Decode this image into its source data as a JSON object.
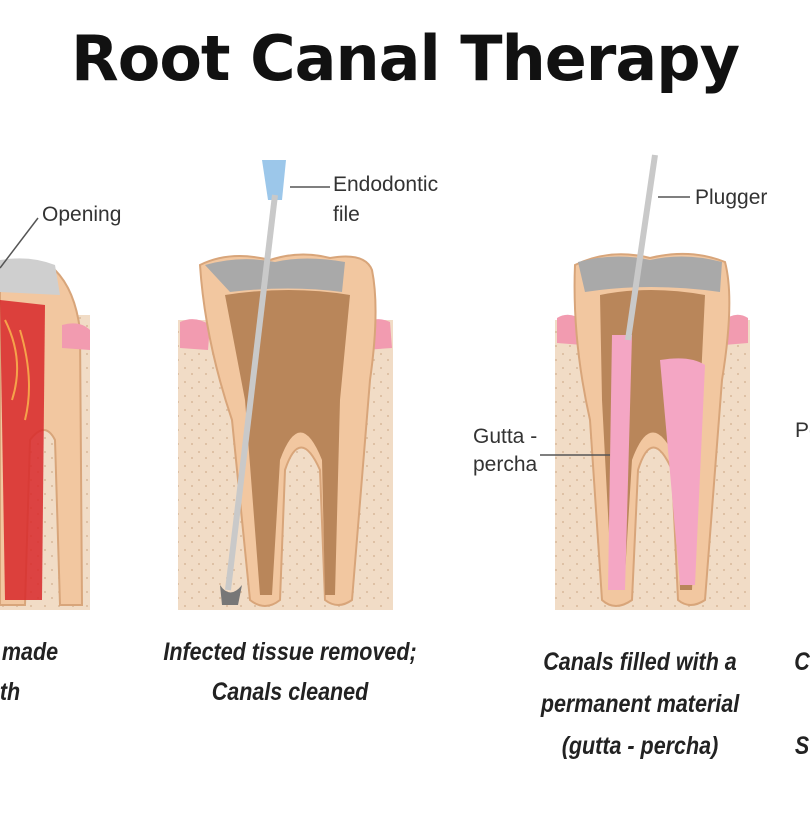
{
  "title": "Root Canal Therapy",
  "labels": {
    "opening": "Opening",
    "endodontic_1": "Endodontic",
    "endodontic_2": "file",
    "plugger": "Plugger",
    "gutta_1": "Gutta -",
    "gutta_2": "percha",
    "partial": "Po"
  },
  "captions": {
    "step1_line1": "made",
    "step1_line2": "th",
    "step2_line1": "Infected tissue removed;",
    "step2_line2": "Canals cleaned",
    "step3_line1": "Canals filled with a",
    "step3_line2": "permanent material",
    "step3_line3": "(gutta - percha)",
    "step4_line1": "C",
    "step4_line2": "",
    "step4_line3": "S"
  },
  "colors": {
    "gum": "#f0dcc4",
    "gum_pink": "#f29bb0",
    "dentin": "#f2c7a0",
    "pulp": "#b9865a",
    "infected": "#d8282a",
    "filling": "#f4a6c4",
    "crown_cap": "#a9a9a9"
  }
}
